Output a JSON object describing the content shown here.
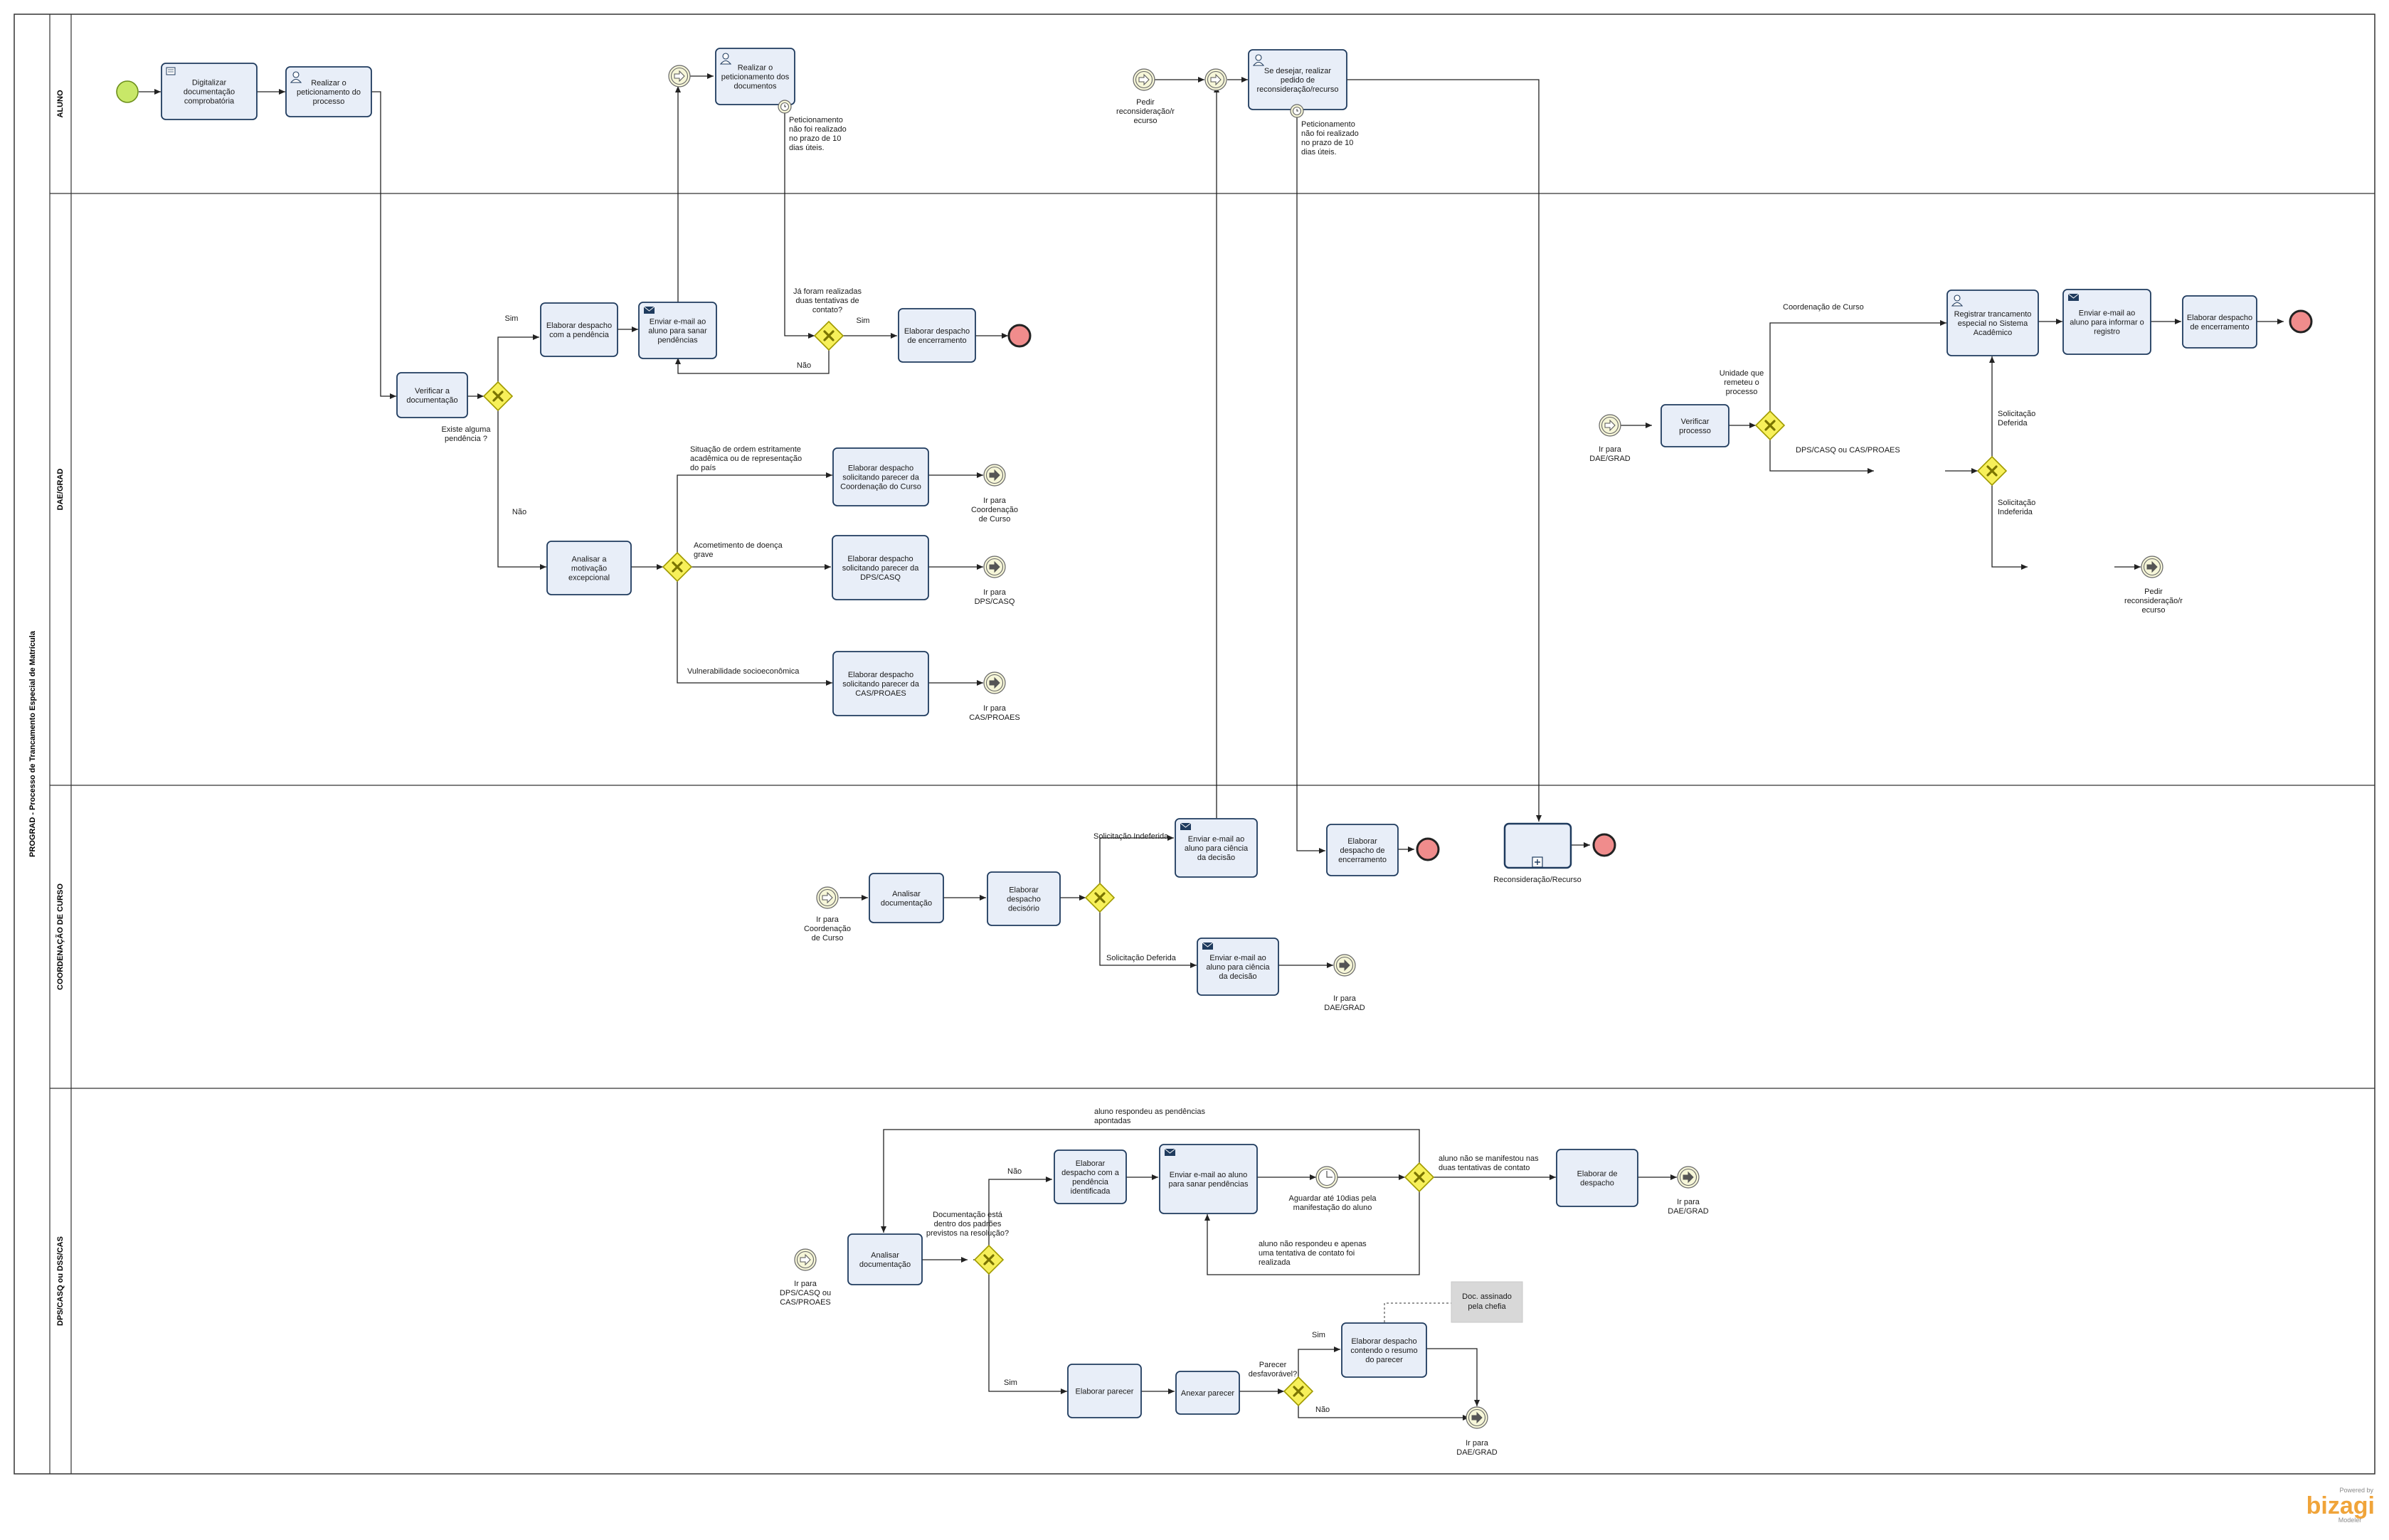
{
  "pool": {
    "title": "PROGRAD - Processo de  Trancamento Especial de Matrícula"
  },
  "lanes": [
    "ALUNO",
    "DAE/GRAD",
    "COORDENAÇÃO DE CURSO",
    "DPS/CASQ ou DSS/CAS"
  ],
  "tasks": [
    {
      "id": "t_digit",
      "icon": "",
      "lines": [
        "Digitalizar",
        "documentação",
        "comprobatória"
      ]
    },
    {
      "id": "t_realizar1",
      "icon": "user",
      "lines": [
        "Realizar o",
        "peticionamento do",
        "processo"
      ]
    },
    {
      "id": "t_realizar2",
      "icon": "user",
      "lines": [
        "Realizar o",
        "peticionamento dos",
        "documentos"
      ]
    },
    {
      "id": "t_sedesejar",
      "icon": "user",
      "lines": [
        "Se desejar, realizar",
        "pedido de",
        "reconsideração/recurso"
      ]
    },
    {
      "id": "t_verifdoc",
      "icon": "",
      "lines": [
        "Verificar a",
        "documentação"
      ]
    },
    {
      "id": "t_elabpend",
      "icon": "",
      "lines": [
        "Elaborar despacho",
        "com a pendência"
      ]
    },
    {
      "id": "t_emailpend",
      "icon": "mail",
      "lines": [
        "Enviar e-mail  ao",
        "aluno para sanar",
        "pendências"
      ]
    },
    {
      "id": "t_elabenc1",
      "icon": "",
      "lines": [
        "Elaborar despacho",
        "de encerramento"
      ]
    },
    {
      "id": "t_analisar",
      "icon": "",
      "lines": [
        "Analisar a",
        "motivação",
        "excepcional"
      ]
    },
    {
      "id": "t_parcoord",
      "icon": "",
      "lines": [
        "Elaborar despacho",
        "solicitando parecer da",
        "Coordenação do Curso"
      ]
    },
    {
      "id": "t_pardps",
      "icon": "",
      "lines": [
        "Elaborar despacho",
        "solicitando parecer da",
        "DPS/CASQ"
      ]
    },
    {
      "id": "t_parcas",
      "icon": "",
      "lines": [
        "Elaborar despacho",
        "solicitando parecer da",
        "CAS/PROAES"
      ]
    },
    {
      "id": "t_verifproc",
      "icon": "",
      "lines": [
        "Verificar",
        "processo"
      ]
    },
    {
      "id": "t_registrar",
      "icon": "user",
      "lines": [
        "Registrar trancamento",
        "especial no Sistema",
        "Acadêmico"
      ]
    },
    {
      "id": "t_emailreg",
      "icon": "mail",
      "lines": [
        "Enviar e-mail  ao",
        "aluno para informar o",
        "registro"
      ]
    },
    {
      "id": "t_elabenc2",
      "icon": "",
      "lines": [
        "Elaborar despacho",
        "de encerramento"
      ]
    },
    {
      "id": "t_elabdec1",
      "icon": "",
      "lines": [
        "Elaborar",
        "despacho",
        "decisório"
      ]
    },
    {
      "id": "t_emailcien1",
      "icon": "mail",
      "lines": [
        "Enviar e-mail  ao",
        "aluno para ciência",
        "da decisão"
      ]
    },
    {
      "id": "t_analdoc1",
      "icon": "",
      "lines": [
        "Analisar",
        "documentação"
      ]
    },
    {
      "id": "t_elabdec2",
      "icon": "",
      "lines": [
        "Elaborar",
        "despacho",
        "decisório"
      ]
    },
    {
      "id": "t_emailcien2",
      "icon": "mail",
      "lines": [
        "Enviar e-mail  ao",
        "aluno para ciência",
        "da decisão"
      ]
    },
    {
      "id": "t_emailcien3",
      "icon": "mail",
      "lines": [
        "Enviar e-mail  ao",
        "aluno para ciência",
        "da decisão"
      ]
    },
    {
      "id": "t_elabenc3",
      "icon": "",
      "lines": [
        "Elaborar",
        "despacho de",
        "encerramento"
      ]
    },
    {
      "id": "t_analdoc2",
      "icon": "",
      "lines": [
        "Analisar",
        "documentação"
      ]
    },
    {
      "id": "t_elabpendid",
      "icon": "",
      "lines": [
        "Elaborar",
        "despacho com a",
        "pendência",
        "identificada"
      ]
    },
    {
      "id": "t_emailsanar",
      "icon": "mail",
      "lines": [
        "Enviar e-mail ao aluno",
        "para sanar pendências"
      ]
    },
    {
      "id": "t_elabdesp",
      "icon": "",
      "lines": [
        "Elaborar de",
        "despacho"
      ]
    },
    {
      "id": "t_elabparecer",
      "icon": "",
      "lines": [
        "Elaborar parecer"
      ]
    },
    {
      "id": "t_anexar",
      "icon": "",
      "lines": [
        "Anexar parecer"
      ]
    },
    {
      "id": "t_elabresumo",
      "icon": "",
      "lines": [
        "Elaborar despacho",
        "contendo o resumo",
        "do parecer"
      ]
    }
  ],
  "subprocess": {
    "label": "Reconsideração/Recurso"
  },
  "event_labels": [
    {
      "id": "e_pedir1",
      "lines": [
        "Pedir",
        "reconsideração/r",
        "ecurso"
      ]
    },
    {
      "id": "e_irdae1",
      "lines": [
        "Ir para",
        "DAE/GRAD"
      ]
    },
    {
      "id": "e_coord",
      "lines": [
        "Ir para",
        "Coordenação",
        "de Curso"
      ]
    },
    {
      "id": "e_dps",
      "lines": [
        "Ir para",
        "DPS/CASQ"
      ]
    },
    {
      "id": "e_cas",
      "lines": [
        "Ir para",
        "CAS/PROAES"
      ]
    },
    {
      "id": "e_pedir2",
      "lines": [
        "Pedir",
        "reconsideração/r",
        "ecurso"
      ]
    },
    {
      "id": "e_startcoord",
      "lines": [
        "Ir para",
        "Coordenação",
        "de Curso"
      ]
    },
    {
      "id": "e_irdae2",
      "lines": [
        "Ir para",
        "DAE/GRAD"
      ]
    },
    {
      "id": "e_startdps",
      "lines": [
        "Ir para",
        "DPS/CASQ ou",
        "CAS/PROAES"
      ]
    },
    {
      "id": "e_irdae3",
      "lines": [
        "Ir para",
        "DAE/GRAD"
      ]
    },
    {
      "id": "e_irdae4",
      "lines": [
        "Ir para",
        "DAE/GRAD"
      ]
    },
    {
      "id": "e_aguardar",
      "lines": [
        "Aguardar até 10dias pela",
        "manifestação do aluno"
      ]
    },
    {
      "id": "e_timer1",
      "lines": [
        "Peticionamento",
        "não foi realizado",
        "no prazo de 10",
        "dias úteis."
      ]
    },
    {
      "id": "e_timer2",
      "lines": [
        "Peticionamento",
        "não foi realizado",
        "no prazo de 10",
        "dias úteis."
      ]
    }
  ],
  "gateway_labels": [
    {
      "id": "g_pend",
      "lines": [
        "Existe alguma",
        "pendência ?"
      ]
    },
    {
      "id": "g_duas",
      "lines": [
        "Já foram realizadas",
        "duas tentativas de",
        "contato?"
      ]
    },
    {
      "id": "g_unidade",
      "lines": [
        "Unidade que",
        "remeteu o",
        "processo"
      ]
    },
    {
      "id": "g_doc",
      "lines": [
        "Documentação está",
        "dentro dos padrões",
        "previstos na resolução?"
      ]
    },
    {
      "id": "g_parecer",
      "lines": [
        "Parecer",
        "desfavorável?"
      ]
    }
  ],
  "flow_labels": [
    {
      "id": "f_sim1",
      "lines": [
        "Sim"
      ]
    },
    {
      "id": "f_nao1",
      "lines": [
        "Não"
      ]
    },
    {
      "id": "f_sim2",
      "lines": [
        "Sim"
      ]
    },
    {
      "id": "f_nao2",
      "lines": [
        "Não"
      ]
    },
    {
      "id": "f_situacao",
      "lines": [
        "Situação de ordem estritamente",
        "acadêmica ou de representação",
        "do país"
      ]
    },
    {
      "id": "f_acomet",
      "lines": [
        "Acometimento de doença",
        "grave"
      ]
    },
    {
      "id": "f_vulner",
      "lines": [
        "Vulnerabilidade socioeconômica"
      ]
    },
    {
      "id": "f_coordcurso",
      "lines": [
        "Coordenação de Curso"
      ]
    },
    {
      "id": "f_dpscas",
      "lines": [
        "DPS/CASQ ou CAS/PROAES"
      ]
    },
    {
      "id": "f_deferida1",
      "lines": [
        "Solicitação",
        "Deferida"
      ]
    },
    {
      "id": "f_indef1",
      "lines": [
        "Solicitação",
        "Indeferida"
      ]
    },
    {
      "id": "f_indef2",
      "lines": [
        "Solicitação Indeferida"
      ]
    },
    {
      "id": "f_deferida2",
      "lines": [
        "Solicitação  Deferida"
      ]
    },
    {
      "id": "f_respondeu",
      "lines": [
        "aluno respondeu as pendências",
        "apontadas"
      ]
    },
    {
      "id": "f_naomanif",
      "lines": [
        "aluno não se manifestou nas",
        "duas tentativas de contato"
      ]
    },
    {
      "id": "f_naorespondeu",
      "lines": [
        "aluno não respondeu e apenas",
        "uma tentativa de contato foi",
        "realizada"
      ]
    },
    {
      "id": "f_nao3",
      "lines": [
        "Não"
      ]
    },
    {
      "id": "f_sim3",
      "lines": [
        "Sim"
      ]
    },
    {
      "id": "f_sim4",
      "lines": [
        "Sim"
      ]
    },
    {
      "id": "f_nao4",
      "lines": [
        "Não"
      ]
    }
  ],
  "annotation": {
    "lines": [
      "Doc. assinado",
      "pela chefia"
    ]
  },
  "footer": {
    "powered": "Powered by",
    "brand": "bizagi",
    "product": "Modeler"
  },
  "colors": {
    "task_fill": "#e8eef8",
    "task_stroke": "#1f3b5e",
    "start_fill": "#c8e868",
    "end_fill": "#f08c8c",
    "gateway_fill": "#f7f05a",
    "gateway_stroke": "#a09a00",
    "event_fill": "#f6f6d8",
    "brand": "#f0a43a"
  }
}
